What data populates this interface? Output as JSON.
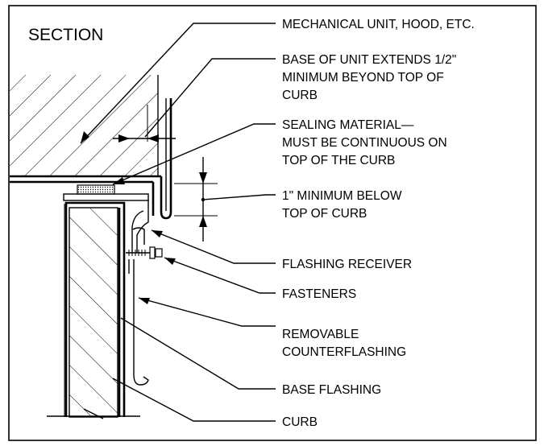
{
  "title": "SECTION",
  "labels": {
    "mechanical_unit": "MECHANICAL UNIT, HOOD, ETC.",
    "base_extends_1": "BASE OF UNIT EXTENDS 1/2\"",
    "base_extends_2": "MINIMUM BEYOND TOP OF",
    "base_extends_3": "CURB",
    "sealing_1": "SEALING MATERIAL—",
    "sealing_2": "MUST BE CONTINUOUS ON",
    "sealing_3": "TOP OF THE CURB",
    "min_below_1": "1\" MINIMUM BELOW",
    "min_below_2": "TOP OF CURB",
    "flashing_receiver": "FLASHING RECEIVER",
    "fasteners": "FASTENERS",
    "removable_1": "REMOVABLE",
    "removable_2": "COUNTERFLASHING",
    "base_flashing": "BASE FLASHING",
    "curb": "CURB"
  }
}
